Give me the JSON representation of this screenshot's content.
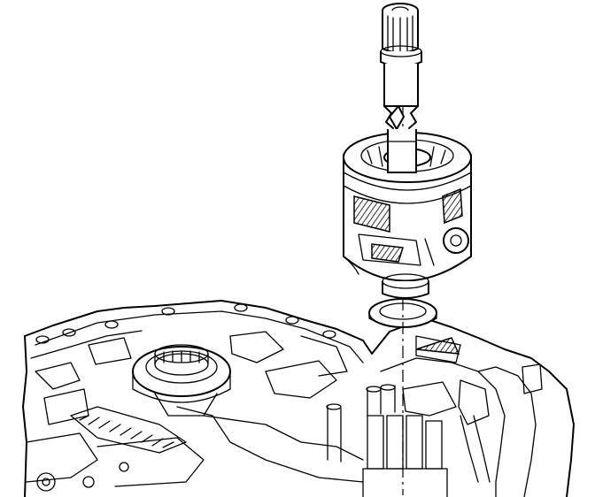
{
  "diagram": {
    "colors": {
      "line": "#000000",
      "background": "#ffffff"
    },
    "components": [
      {
        "id": "input-shaft",
        "label": ""
      },
      {
        "id": "differential-carrier",
        "label": ""
      },
      {
        "id": "thrust-bearing-washer",
        "label": ""
      },
      {
        "id": "transaxle-case",
        "label": ""
      }
    ]
  }
}
